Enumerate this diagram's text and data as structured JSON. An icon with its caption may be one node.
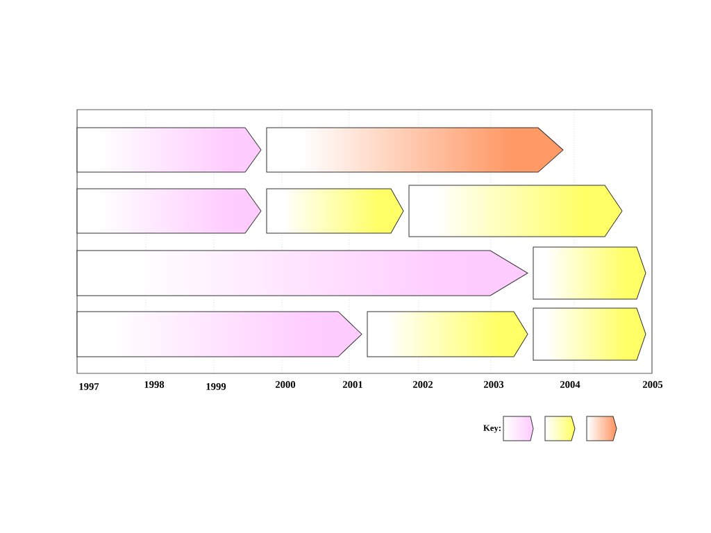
{
  "diagram": {
    "nodes": [
      {
        "text": [],
        "shape": "chevron"
      },
      {
        "text": [],
        "shape": "chevron"
      },
      {
        "text": [],
        "shape": "chevron"
      },
      {
        "text": [],
        "shape": "chevron"
      },
      {
        "text": [],
        "shape": "chevron"
      },
      {
        "text": [],
        "shape": "chevron"
      },
      {
        "text": [],
        "shape": "chevron"
      },
      {
        "text": [],
        "shape": "chevron"
      },
      {
        "text": [],
        "shape": "chevron"
      },
      {
        "text": [],
        "shape": "chevron"
      }
    ],
    "labels": [
      "1997",
      "1998",
      "1999",
      "2000",
      "2001",
      "2002",
      "2003",
      "2004",
      "2005",
      "Key:"
    ]
  }
}
